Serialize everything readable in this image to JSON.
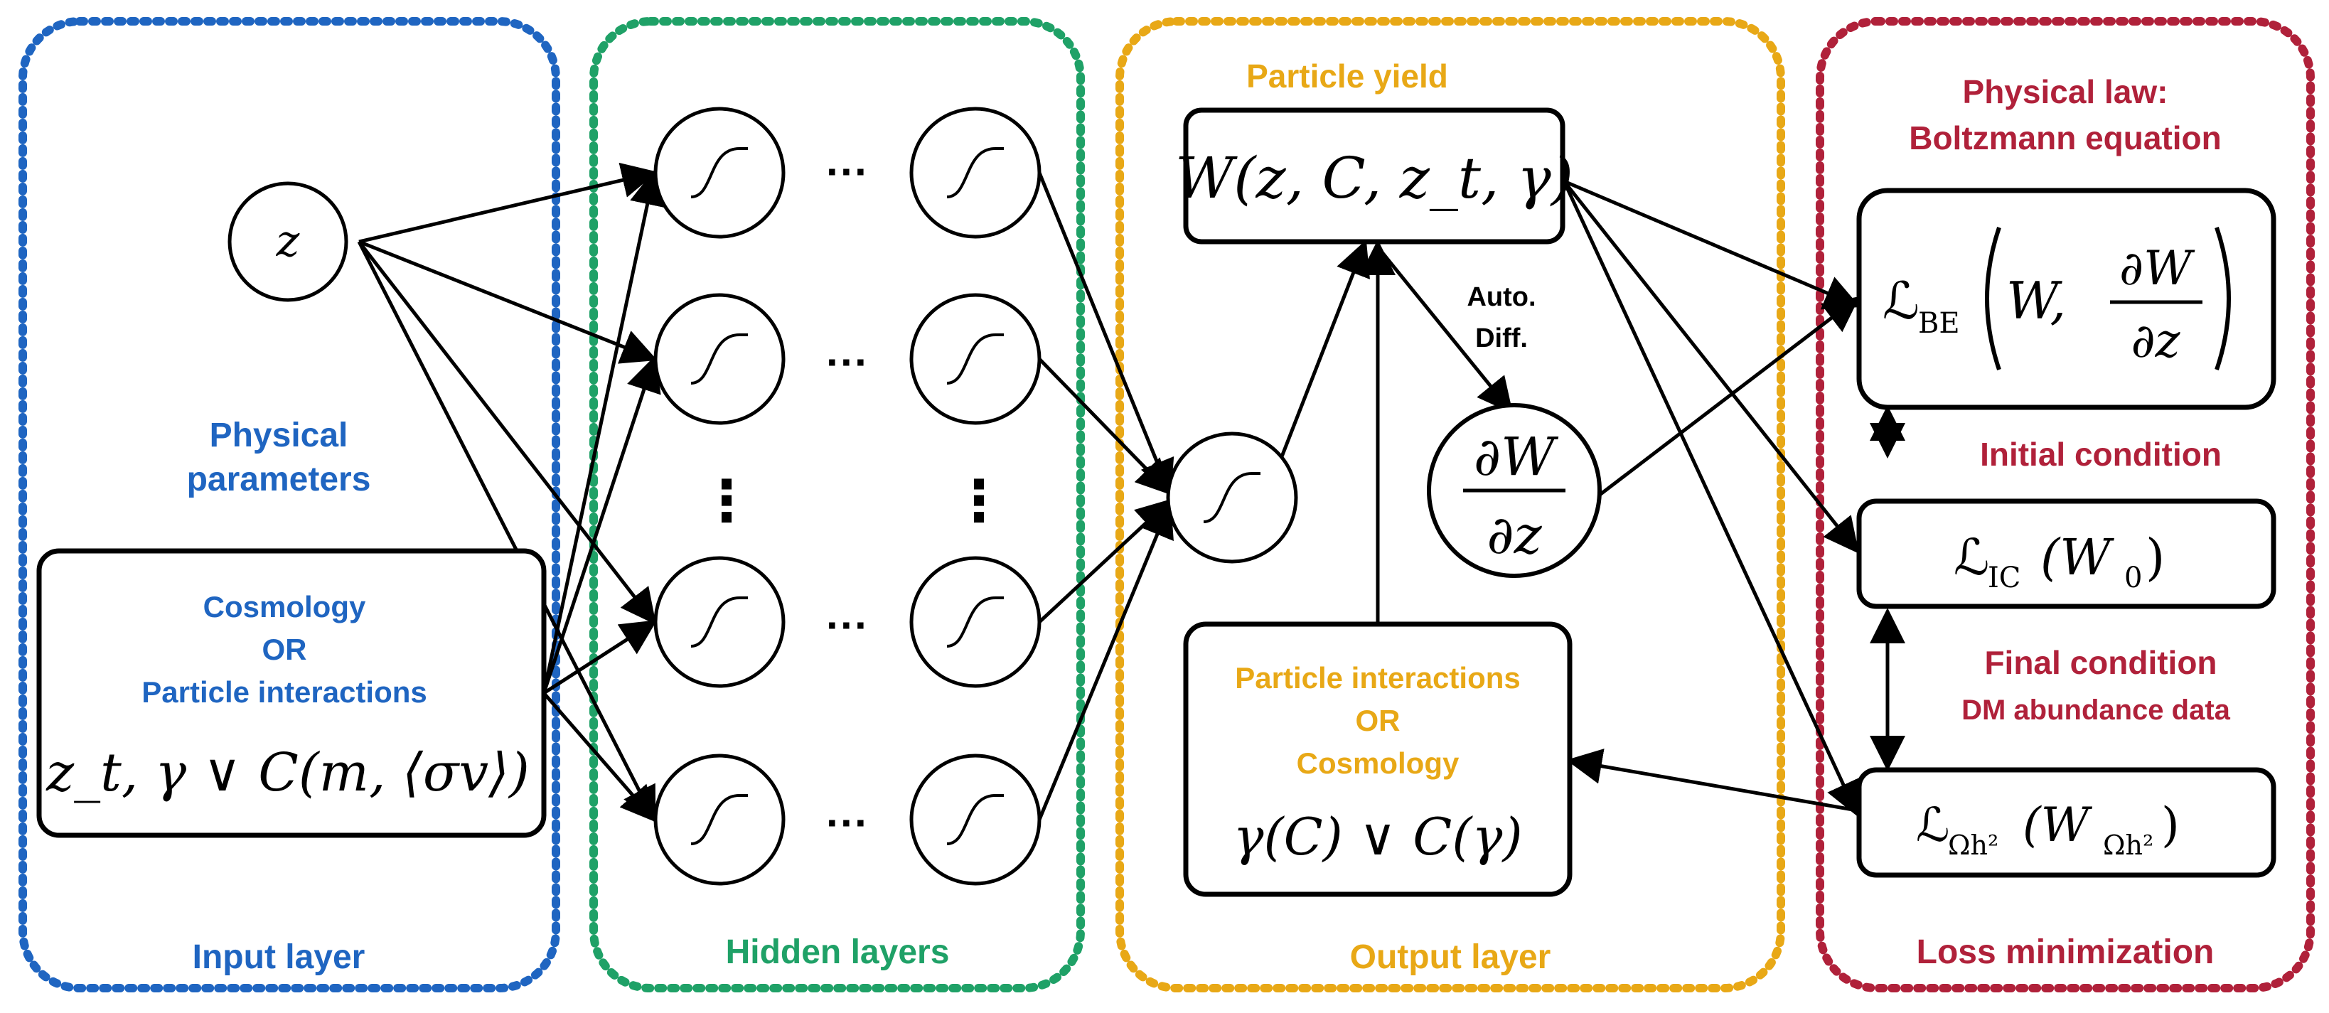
{
  "colors": {
    "input": "#1f65c1",
    "hidden": "#1fa167",
    "output": "#e8a816",
    "loss": "#b0213a",
    "stroke": "#000000"
  },
  "panels": {
    "input": {
      "title": "Input layer",
      "physical_params": [
        "Physical",
        "parameters"
      ],
      "box_lines": [
        "Cosmology",
        "OR",
        "Particle interactions"
      ],
      "box_formula": "z_t, γ ∨ C(m, ⟨σv⟩)",
      "z_node": "z"
    },
    "hidden": {
      "title": "Hidden layers",
      "ellipsis_h": "···",
      "ellipsis_v": "⋮",
      "node_icon": "sigmoid-icon"
    },
    "output": {
      "title": "Output layer",
      "yield_label": "Particle yield",
      "yield_formula": "W(z, C, z_t, γ)",
      "autodiff": [
        "Auto.",
        "Diff."
      ],
      "derivative_num": "∂W",
      "derivative_den": "∂z",
      "interaction_lines": [
        "Particle interactions",
        "OR",
        "Cosmology"
      ],
      "interaction_formula": "γ(C) ∨ C(γ)"
    },
    "loss": {
      "title": "Loss minimization",
      "law_lines": [
        "Physical law:",
        "Boltzmann equation"
      ],
      "be_formula_L": "ℒ",
      "be_formula_sub": "BE",
      "be_formula_W": "W,",
      "be_formula_num": "∂W",
      "be_formula_den": "∂z",
      "initial_condition": "Initial condition",
      "ic_L": "ℒ",
      "ic_sub": "IC",
      "ic_arg": "(W",
      "ic_arg_sub": "0",
      "ic_close": ")",
      "final_condition": "Final condition",
      "dm_data": "DM abundance data",
      "omega_L": "ℒ",
      "omega_sub": "Ωh²",
      "omega_arg": "(W",
      "omega_arg_sub": "Ωh²",
      "omega_close": ")"
    }
  }
}
